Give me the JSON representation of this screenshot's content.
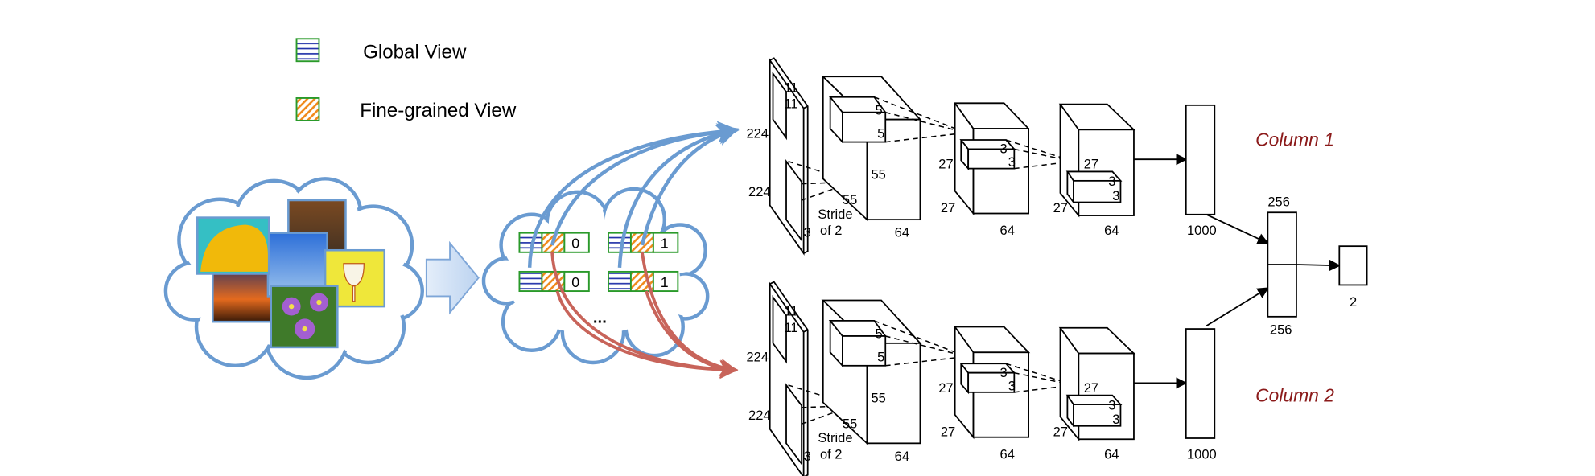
{
  "legend": {
    "items": [
      {
        "label": "Global View",
        "icon": "global-view-swatch",
        "line_color": "#1f2fa8",
        "border_color": "#2a9a2a"
      },
      {
        "label": "Fine-grained View",
        "icon": "fine-grained-view-swatch",
        "hatch_color": "#f08a1c",
        "border_color": "#2a9a2a"
      }
    ]
  },
  "colors": {
    "cloud": "#6a9bd1",
    "transform_arrow": "#cfe0f5",
    "global_arrows": "#6a9bd1",
    "fine_arrows": "#c8645a",
    "column_label": "#8b1a1a"
  },
  "pairs": {
    "rows": [
      {
        "labels": [
          "0",
          "1"
        ]
      },
      {
        "labels": [
          "0",
          "1"
        ]
      }
    ],
    "ellipsis": "..."
  },
  "network": {
    "columns": [
      "Column 1",
      "Column 2"
    ],
    "input": {
      "height": "224",
      "width": "224",
      "channels": "3",
      "kernel_h": "11",
      "kernel_w": "11",
      "stride_line1": "Stride",
      "stride_line2": "of 2"
    },
    "conv1": {
      "h": "55",
      "w": "55",
      "depth": "64",
      "kernel_h": "5",
      "kernel_w": "5"
    },
    "conv2": {
      "h": "27",
      "w": "27",
      "depth": "64",
      "kernel_h": "3",
      "kernel_w": "3"
    },
    "conv3": {
      "h": "27",
      "w": "27",
      "depth": "64",
      "kernel_h": "3",
      "kernel_w": "3"
    },
    "fc": "1000",
    "merged": {
      "top": "256",
      "bottom": "256"
    },
    "output": "2"
  }
}
